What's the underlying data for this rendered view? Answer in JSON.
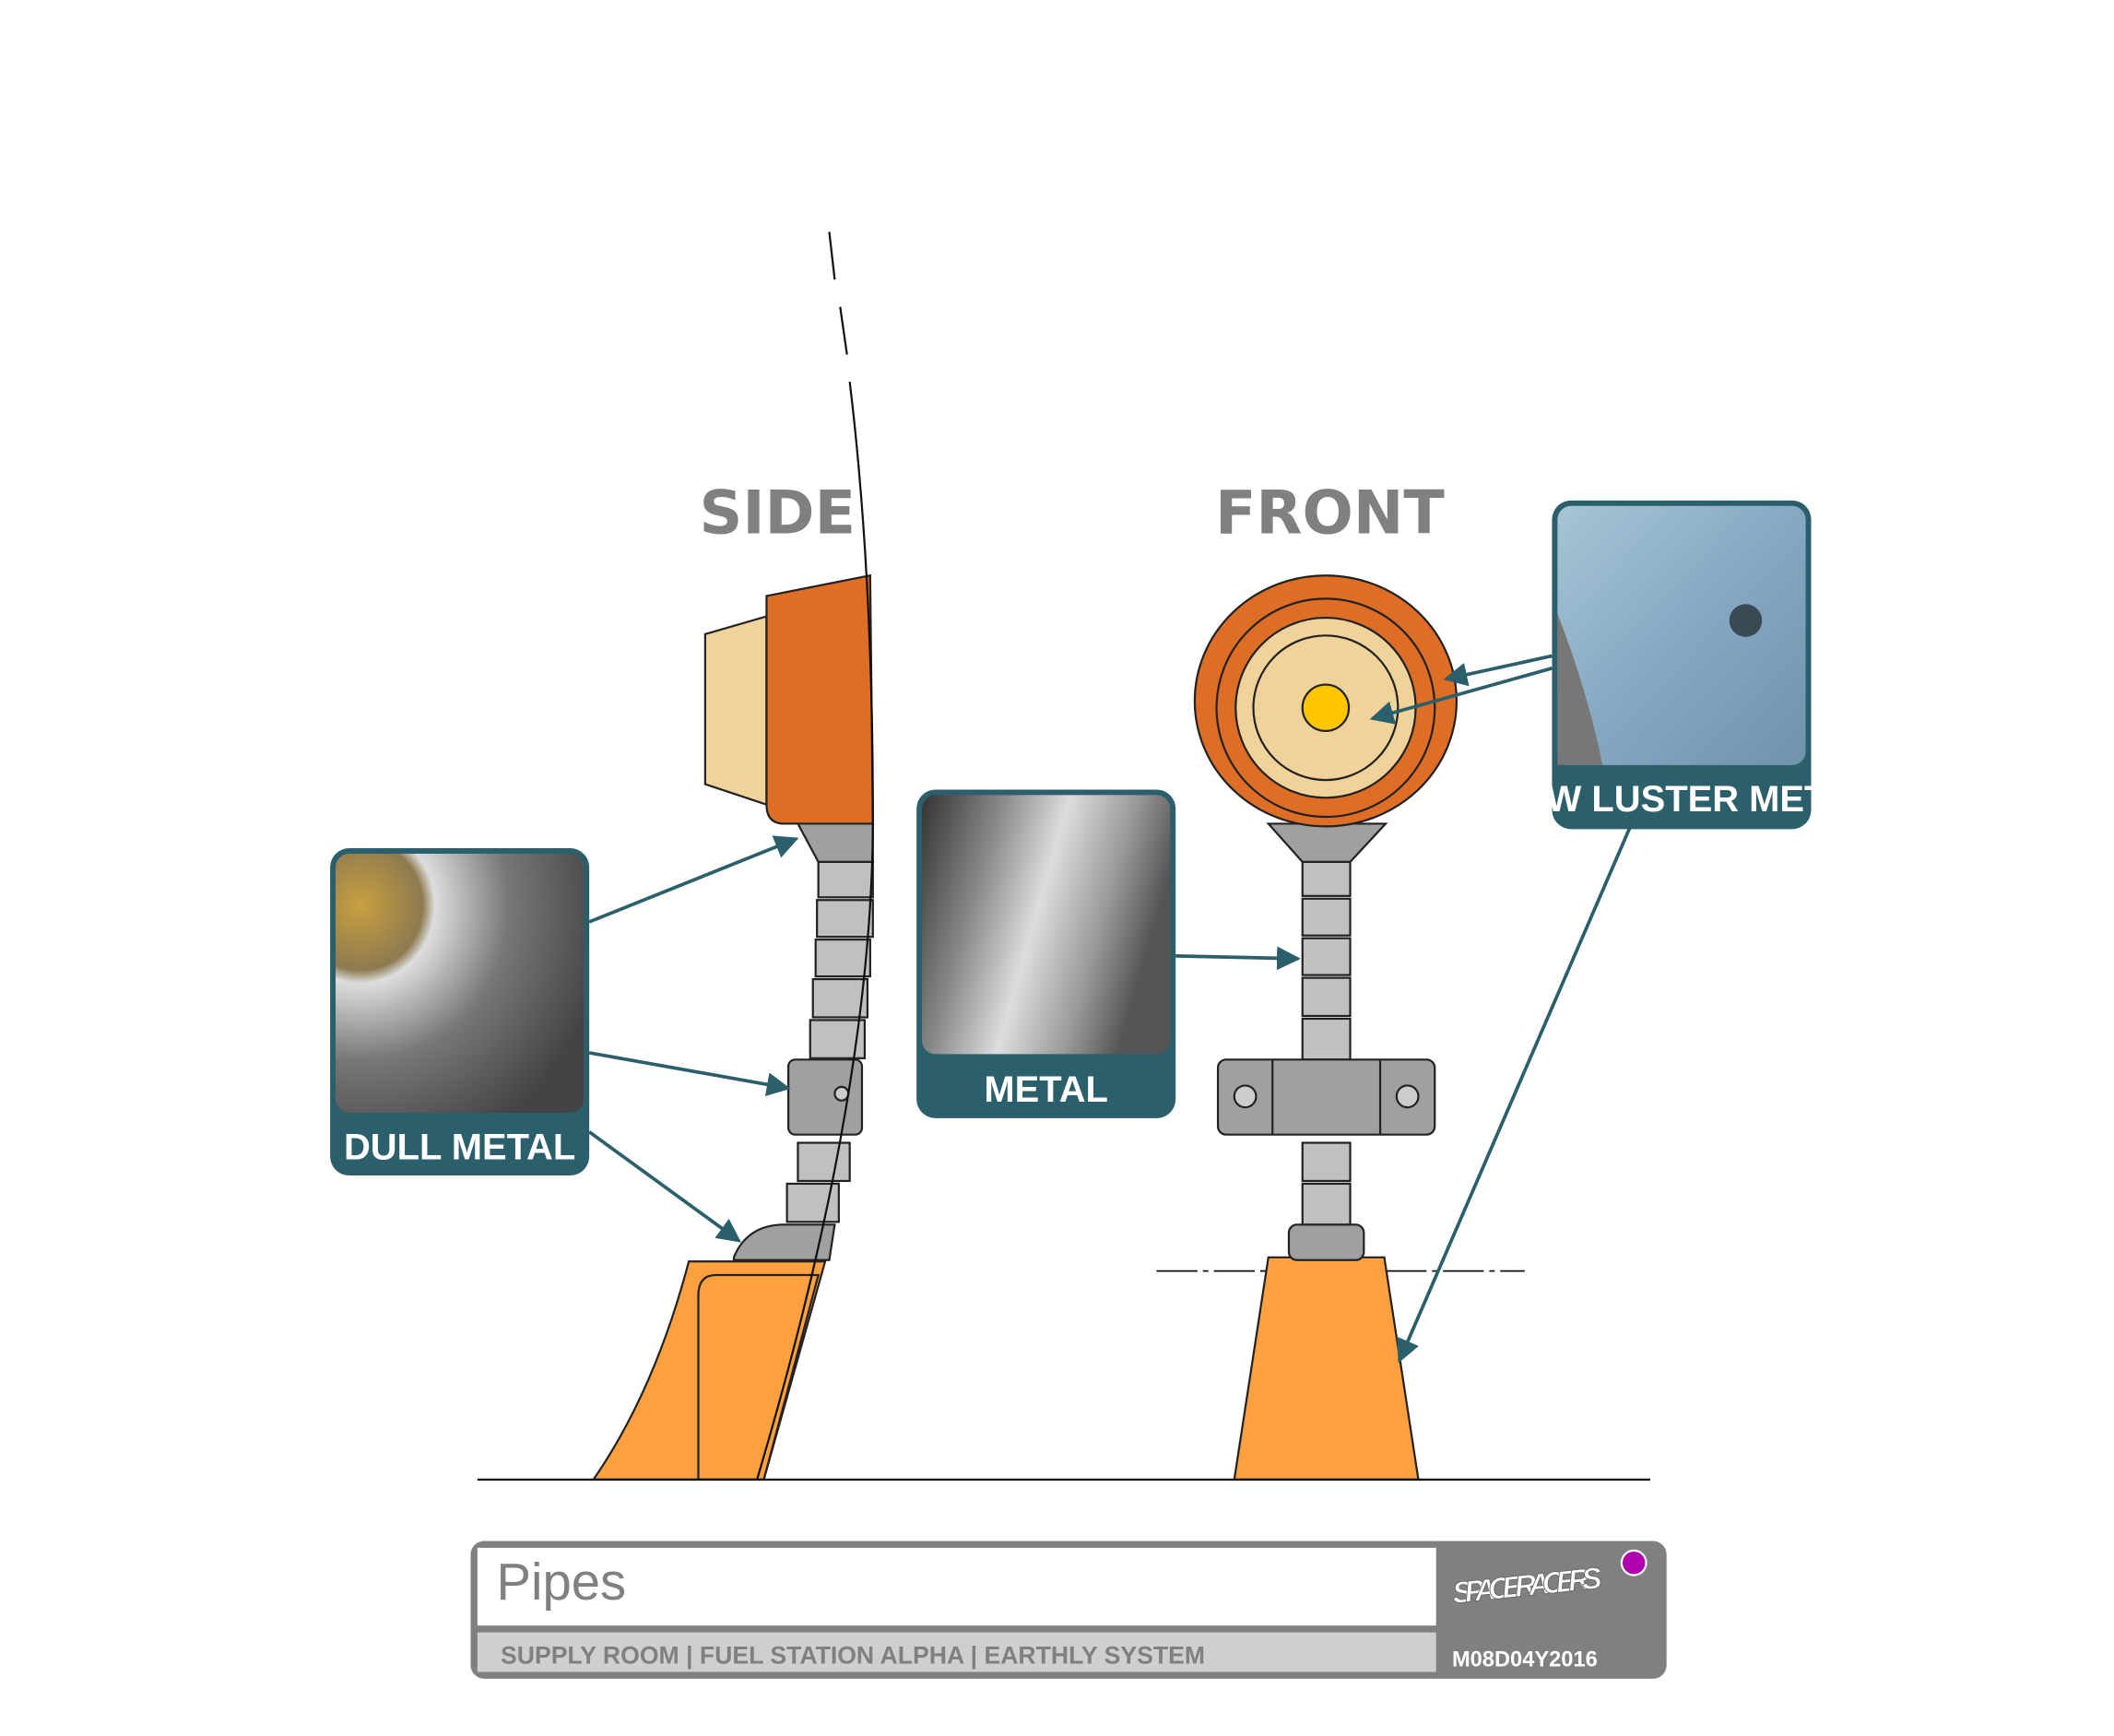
{
  "views": {
    "side": "SIDE",
    "front": "FRONT"
  },
  "callouts": [
    {
      "label": "DULL METAL"
    },
    {
      "label": "METAL"
    },
    {
      "label": "LOW LUSTER METAL"
    }
  ],
  "title_block": {
    "title": "Pipes",
    "location": "SUPPLY ROOM | FUEL STATION ALPHA | EARTHLY SYSTEM",
    "logo_text": "SPACE RACERS",
    "date": "M08D04Y2016",
    "status_dot_color": "#b000b0"
  },
  "colors": {
    "orange_dark": "#de6e26",
    "orange_light": "#fda140",
    "beige": "#efd39a",
    "yellow": "#fec600",
    "gray": "#a0a0a0",
    "teal": "#2a5f6b"
  }
}
